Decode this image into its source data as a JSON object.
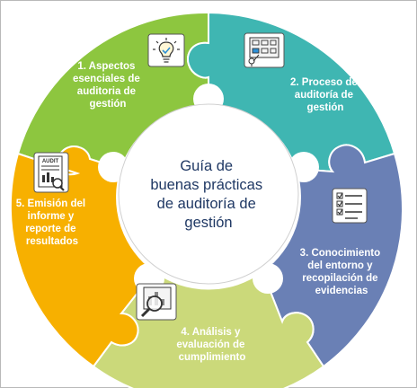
{
  "center": {
    "title_lines": [
      "Guía de",
      "buenas prácticas",
      "de auditoría de",
      "gestión"
    ]
  },
  "segments": [
    {
      "lines": [
        "1. Aspectos",
        "esenciales de",
        "auditoria de",
        "gestión"
      ],
      "color": "#8dc63f",
      "icon": "lightbulb-check-icon"
    },
    {
      "lines": [
        "2. Proceso de",
        "auditoría  de",
        "gestión"
      ],
      "color": "#3fb6b2",
      "icon": "process-board-icon"
    },
    {
      "lines": [
        "3. Conocimiento",
        "del entorno y",
        "recopilación de",
        "evidencias"
      ],
      "color": "#6a80b5",
      "icon": "checklist-icon"
    },
    {
      "lines": [
        "4. Análisis y",
        "evaluación de",
        "cumplimiento"
      ],
      "color": "#cbd97a",
      "icon": "magnifier-chart-icon"
    },
    {
      "lines": [
        "5. Emisión del",
        "informe y",
        "reporte de",
        "resultados"
      ],
      "color": "#f7b000",
      "icon": "audit-report-icon"
    }
  ],
  "icons": {
    "audit_report_heading": "AUDIT"
  },
  "colors": {
    "center_text": "#1f3864",
    "hub_fill": "#ffffff",
    "hub_border": "#d0d0d0",
    "icon_stroke": "#333333",
    "icon_accent": "#2e8fd6"
  }
}
